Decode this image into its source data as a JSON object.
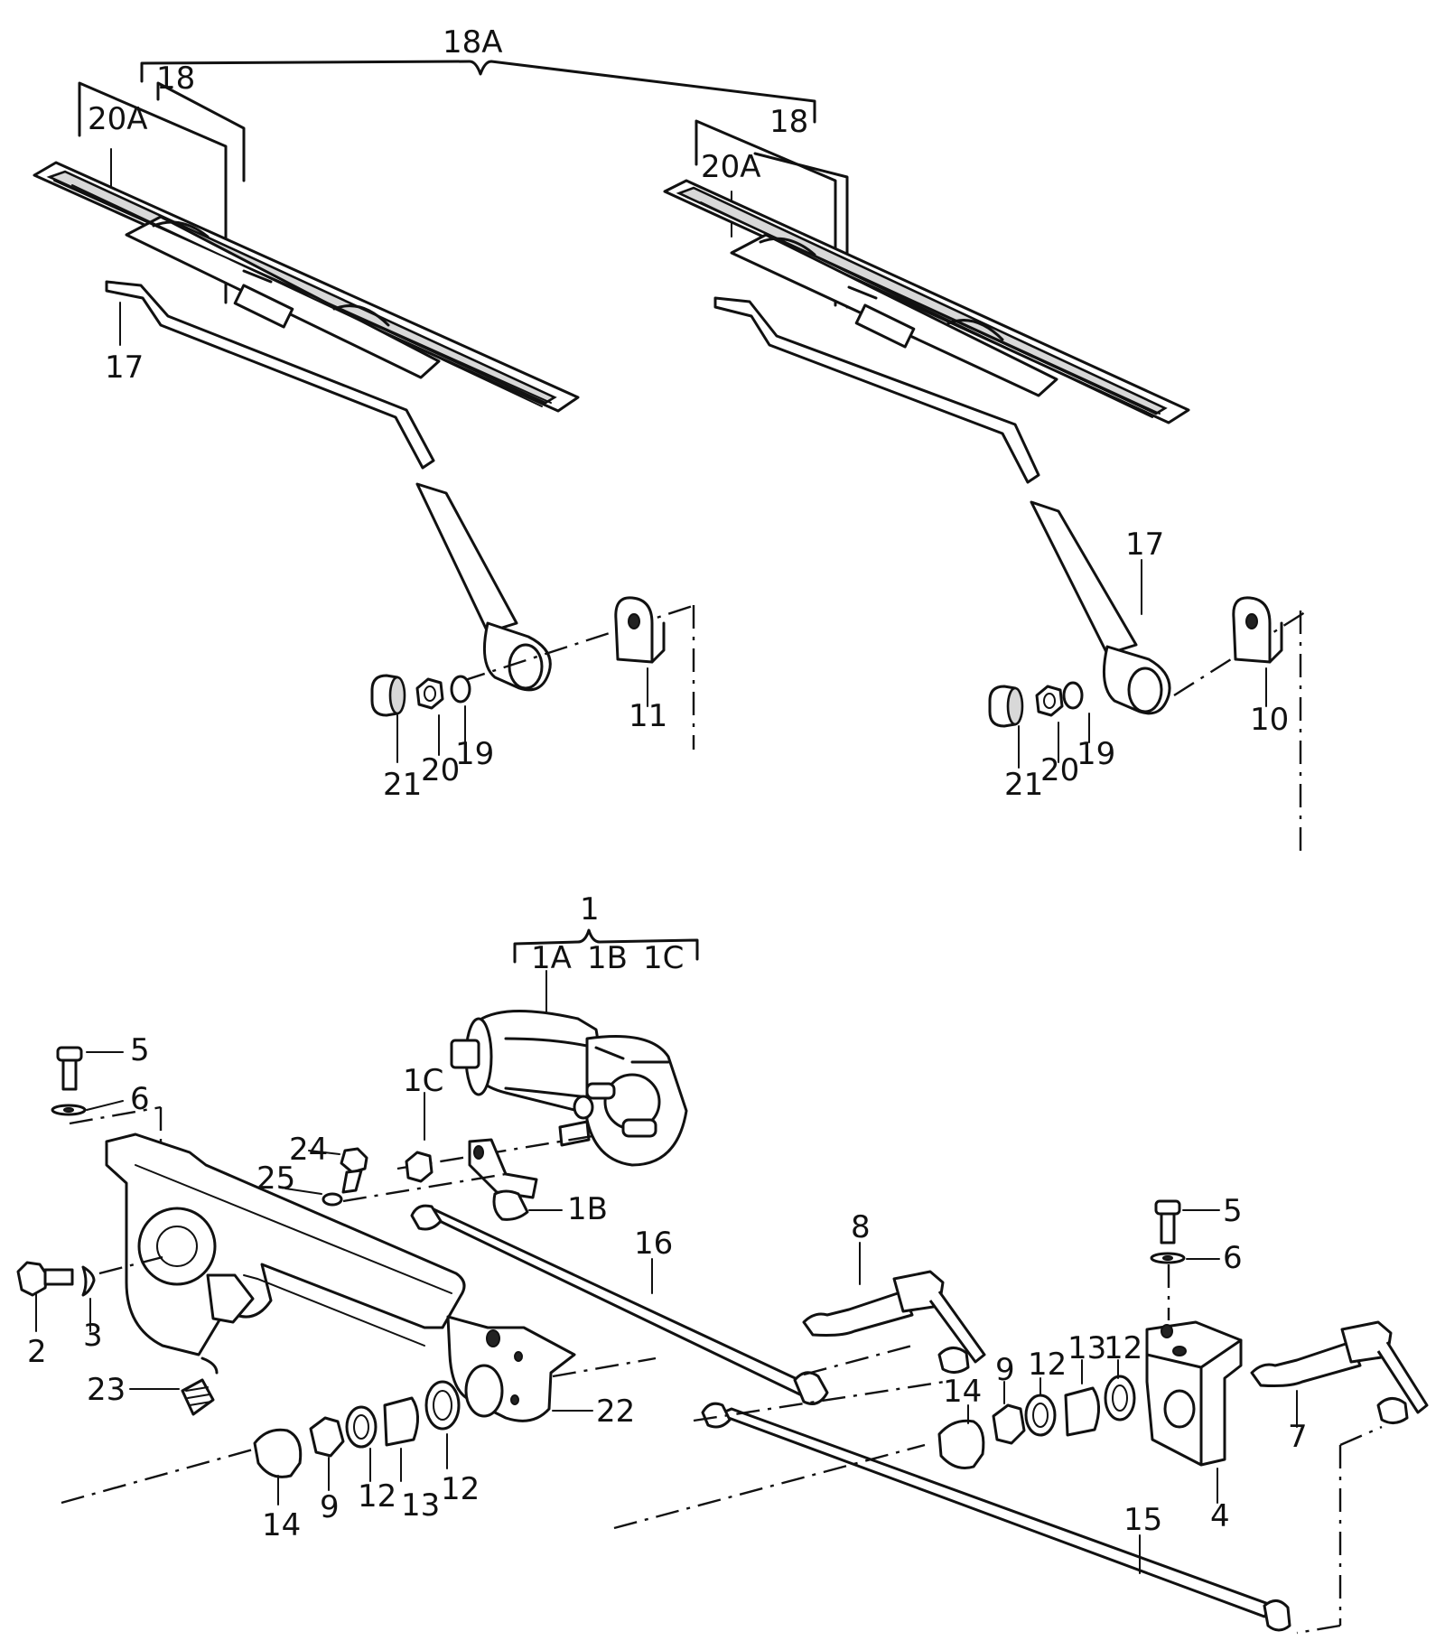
{
  "callouts": {
    "left_assembly": {
      "grp_18A": "18A",
      "grp_18": "18",
      "grp_20A": "20A",
      "arm": "17",
      "cap": "11",
      "washer": "19",
      "nut": "20",
      "bush": "21"
    },
    "right_assembly": {
      "grp_18": "18",
      "grp_20A": "20A",
      "arm": "17",
      "cap": "10",
      "washer": "19",
      "nut": "20",
      "bush": "21"
    },
    "motor": {
      "group": "1",
      "sub_1A": "1A",
      "sub_1B": "1B",
      "sub_1C": "1C",
      "nut_1C": "1C",
      "ball_1B": "1B"
    },
    "frame": {
      "screw_5": "5",
      "washer_6": "6",
      "bolt_2": "2",
      "washer_3": "3",
      "bolt_24": "24",
      "washer_25": "25",
      "bush_23": "23",
      "bracket_22": "22",
      "rod_16": "16",
      "rod_15": "15",
      "pivot_8": "8",
      "pivot_7": "7",
      "bearing_4": "4",
      "screw_5b": "5",
      "washer_6b": "6"
    },
    "left_stack": {
      "cap_14": "14",
      "nut_9": "9",
      "ring_12a": "12",
      "bush_13": "13",
      "ring_12b": "12"
    },
    "right_stack": {
      "cap_14": "14",
      "nut_9": "9",
      "ring_12a": "12",
      "bush_13": "13",
      "ring_12b": "12"
    }
  }
}
